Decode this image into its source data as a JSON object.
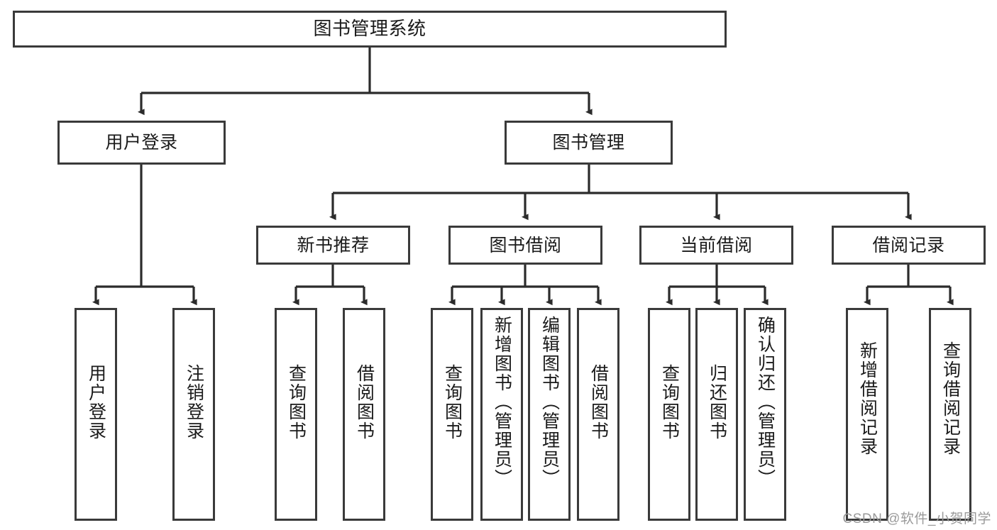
{
  "diagram": {
    "title": "图书管理系统",
    "type": "tree-hierarchy-chart",
    "orientation": "top-down",
    "colors": {
      "box_border": "#3a3a3a",
      "box_fill": "#ffffff",
      "connector": "#2b2b2b",
      "text": "#1a1a1a",
      "watermark": "#9a9a9a"
    }
  },
  "root": {
    "label": "图书管理系统"
  },
  "level2": [
    {
      "id": "user-login",
      "label": "用户登录"
    },
    {
      "id": "book-management",
      "label": "图书管理"
    }
  ],
  "level3": [
    {
      "id": "new-book-recommend",
      "label": "新书推荐"
    },
    {
      "id": "book-borrow",
      "label": "图书借阅"
    },
    {
      "id": "current-borrow",
      "label": "当前借阅"
    },
    {
      "id": "borrow-record",
      "label": "借阅记录"
    }
  ],
  "leaves": [
    {
      "id": "leaf-user-login",
      "label": "用户登录",
      "parent": "user-login"
    },
    {
      "id": "leaf-logout-login",
      "label": "注销登录",
      "parent": "user-login"
    },
    {
      "id": "leaf-query-book-1",
      "label": "查询图书",
      "parent": "new-book-recommend"
    },
    {
      "id": "leaf-borrow-book-1",
      "label": "借阅图书",
      "parent": "new-book-recommend"
    },
    {
      "id": "leaf-query-book-2",
      "label": "查询图书",
      "parent": "book-borrow"
    },
    {
      "id": "leaf-add-book",
      "label": "新增图书（管理员）",
      "parent": "book-borrow"
    },
    {
      "id": "leaf-edit-book",
      "label": "编辑图书（管理员）",
      "parent": "book-borrow"
    },
    {
      "id": "leaf-borrow-book-2",
      "label": "借阅图书",
      "parent": "book-borrow"
    },
    {
      "id": "leaf-query-book-3",
      "label": "查询图书",
      "parent": "current-borrow"
    },
    {
      "id": "leaf-return-book",
      "label": "归还图书",
      "parent": "current-borrow"
    },
    {
      "id": "leaf-confirm-return",
      "label": "确认归还（管理员）",
      "parent": "current-borrow"
    },
    {
      "id": "leaf-add-record",
      "label": "新增借阅记录",
      "parent": "borrow-record"
    },
    {
      "id": "leaf-query-record",
      "label": "查询借阅记录",
      "parent": "borrow-record"
    }
  ],
  "watermark": {
    "text": "CSDN @软件_小贺同学"
  }
}
